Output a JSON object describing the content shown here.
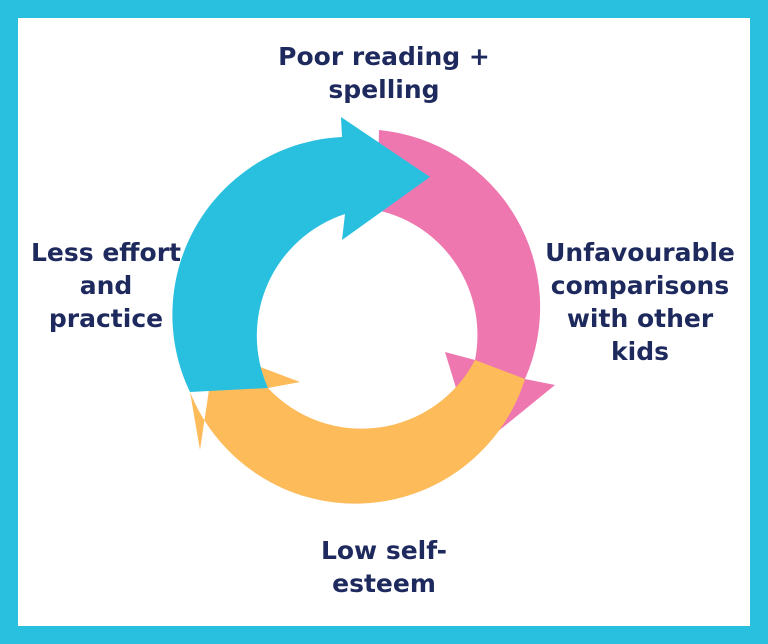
{
  "colors": {
    "frame": "#29bfdf",
    "blue": "#29bfdf",
    "pink": "#ee77b0",
    "orange": "#fdbb5a",
    "text": "#1e2a5e"
  },
  "stages": {
    "top": {
      "lines": [
        "Poor reading +",
        "spelling"
      ]
    },
    "right": {
      "lines": [
        "Unfavourable",
        "comparisons",
        "with other",
        "kids"
      ]
    },
    "bottom": {
      "lines": [
        "Low self-",
        "esteem"
      ]
    },
    "left": {
      "lines": [
        "Less effort",
        "and",
        "practice"
      ]
    }
  }
}
